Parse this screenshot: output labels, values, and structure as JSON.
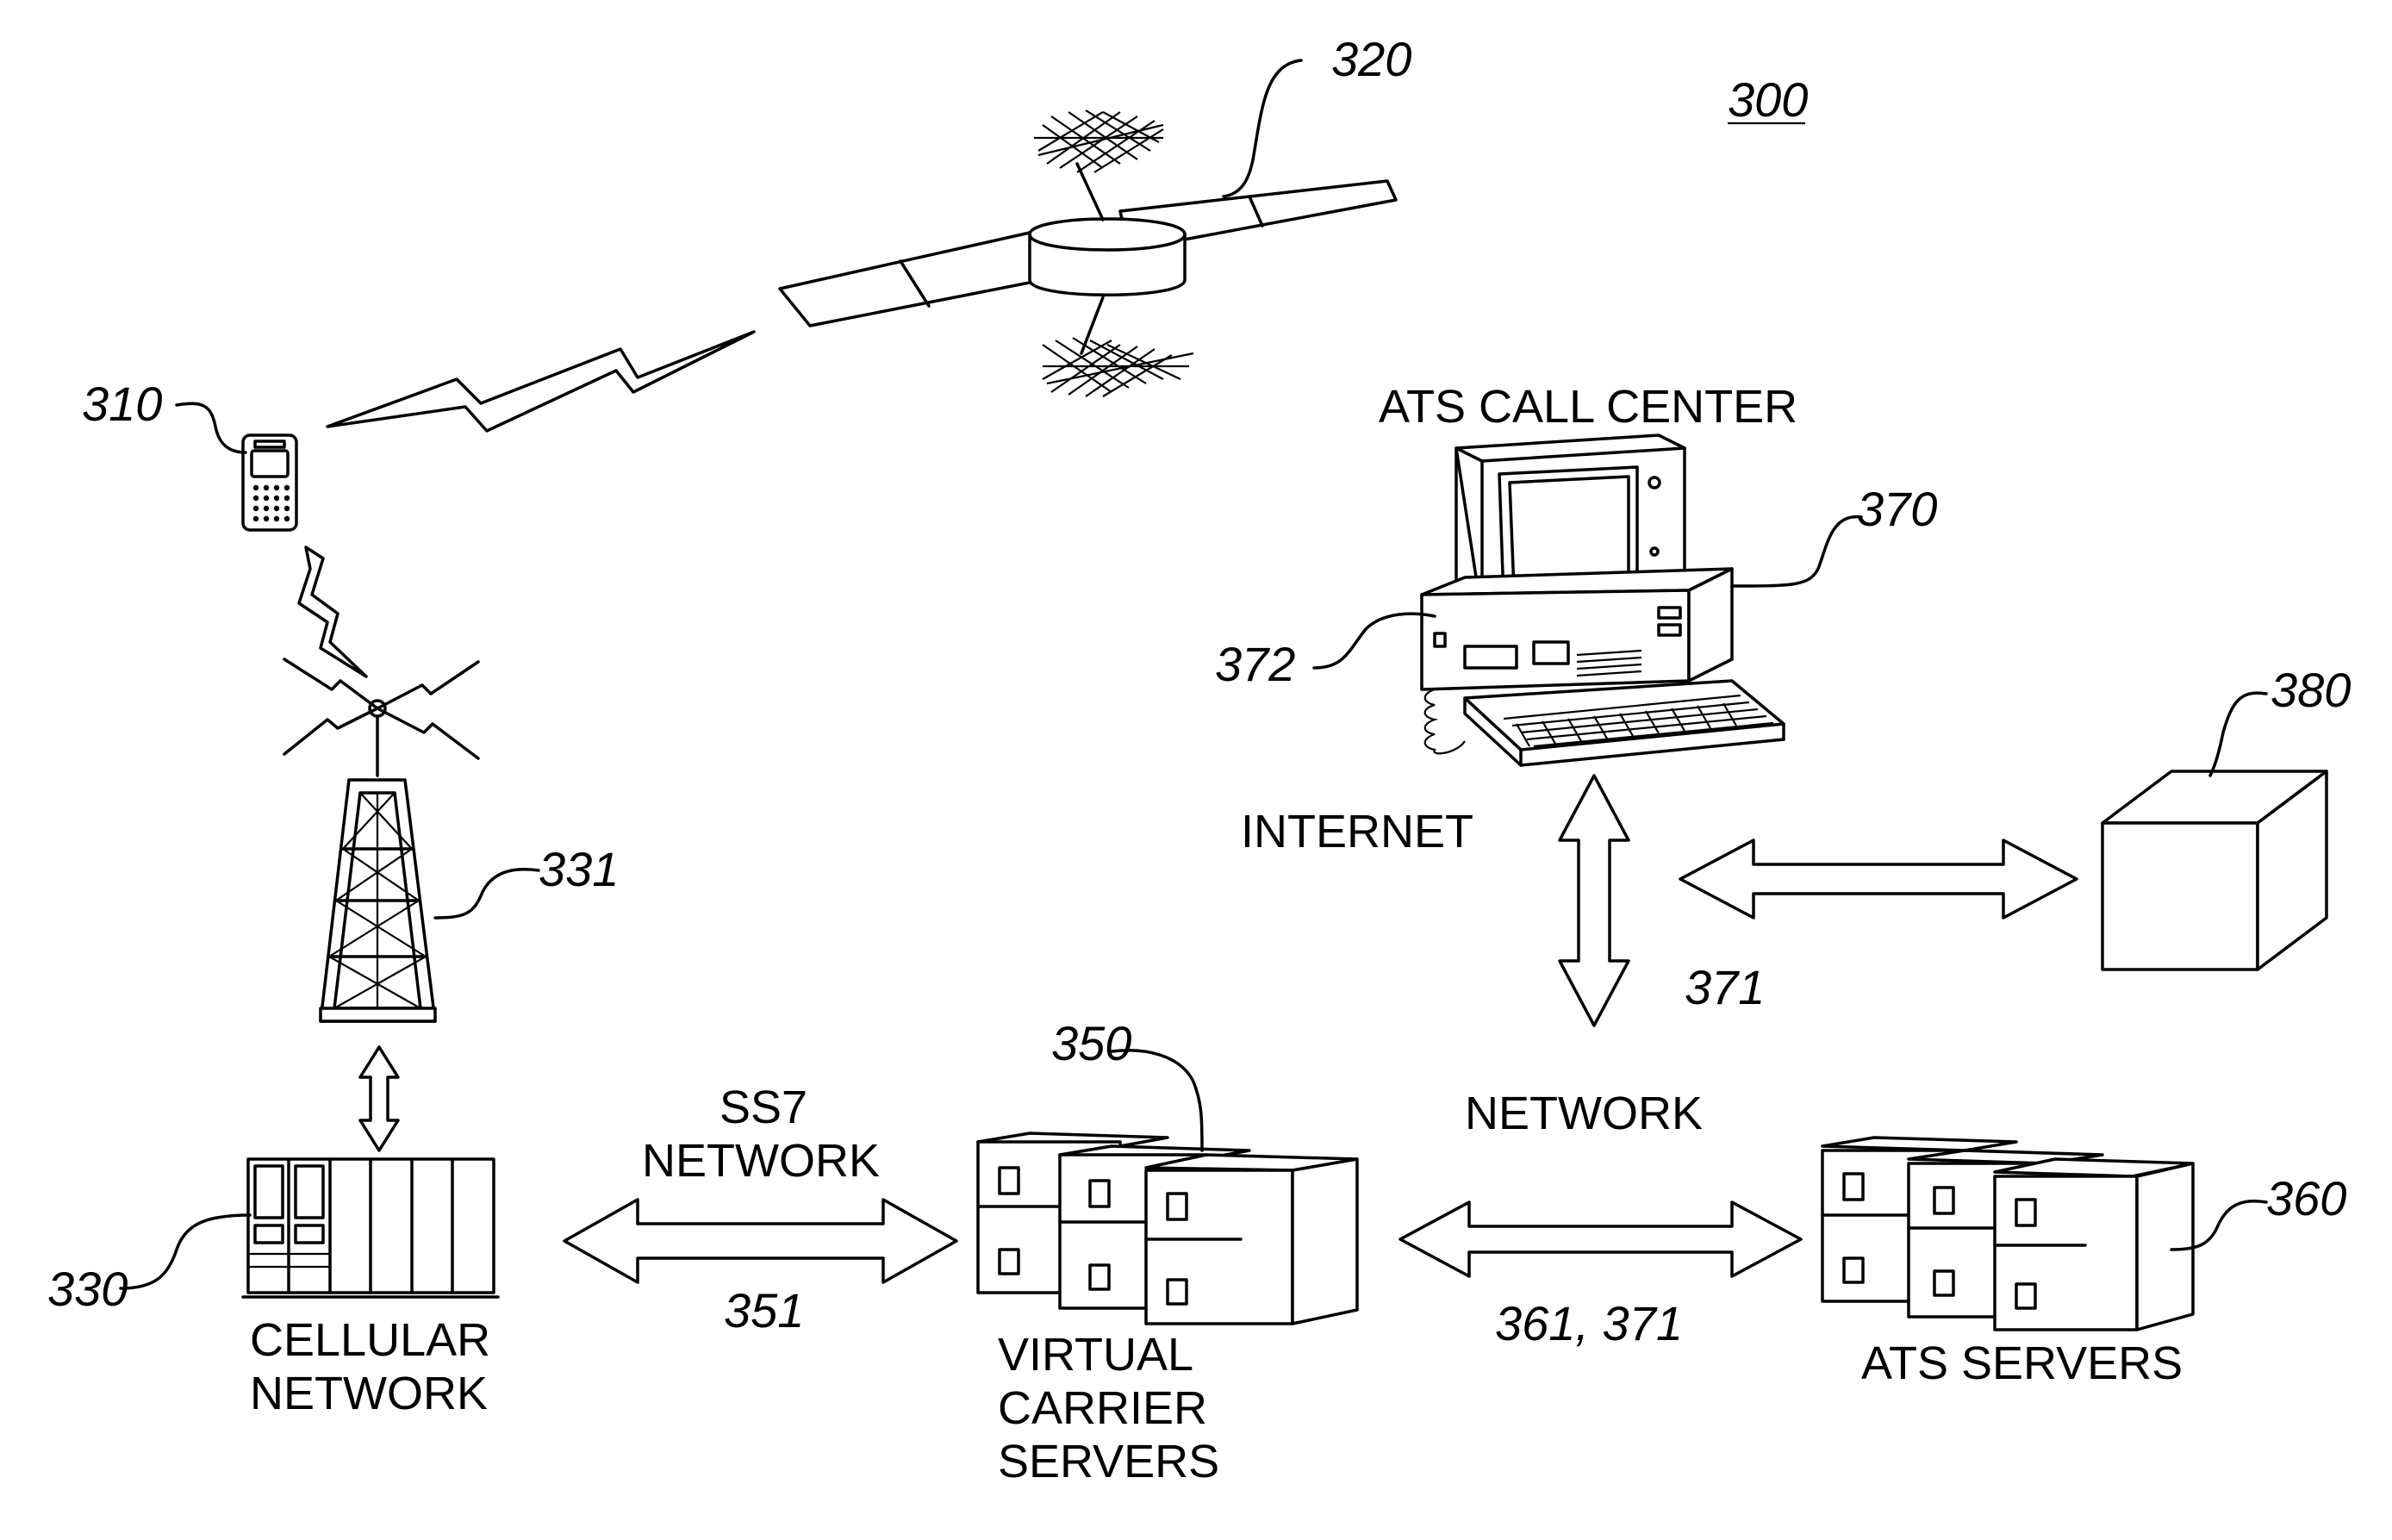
{
  "figure_number": "300",
  "labels": {
    "ats_call_center": "ATS CALL CENTER",
    "internet": "INTERNET",
    "network": "NETWORK",
    "ss7_line1": "SS7",
    "ss7_line2": "NETWORK",
    "cellular_line1": "CELLULAR",
    "cellular_line2": "NETWORK",
    "vcs_line1": "VIRTUAL",
    "vcs_line2": "CARRIER",
    "vcs_line3": "SERVERS",
    "ats_servers": "ATS SERVERS"
  },
  "refs": {
    "phone": "310",
    "satellite": "320",
    "cellular_network": "330",
    "tower": "331",
    "virtual_carrier_servers": "350",
    "ss7_link": "351",
    "ats_servers": "360",
    "network_link": "361, 371",
    "ats_call_center": "370",
    "internet_link": "371",
    "keyboard_cable": "372",
    "device": "380"
  }
}
